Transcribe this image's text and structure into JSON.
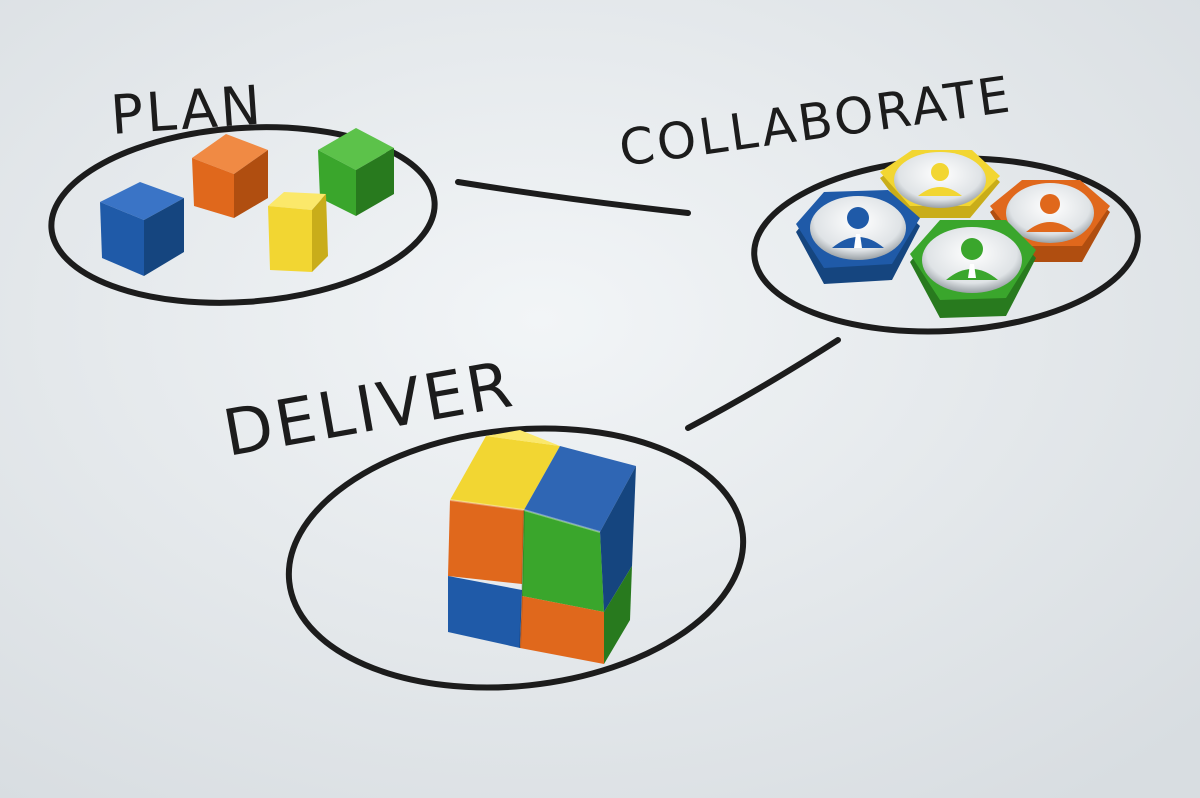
{
  "labels": {
    "plan": "PLAN",
    "collaborate": "COLLABORATE",
    "deliver": "DELIVER"
  },
  "colors": {
    "background": "#e8ecef",
    "ink": "#1c1c1c",
    "blue": "#1f5aa8",
    "orange": "#e0681c",
    "yellow": "#f2d632",
    "green": "#3aa62c"
  },
  "icons": {
    "plan_cubes": [
      "blue-cube-icon",
      "orange-cube-icon",
      "yellow-cube-icon",
      "green-cube-icon"
    ],
    "team_tokens": [
      "blue-person-token-icon",
      "yellow-person-token-icon",
      "orange-person-token-icon",
      "green-person-token-icon"
    ],
    "deliver": "assembled-cube-icon"
  }
}
